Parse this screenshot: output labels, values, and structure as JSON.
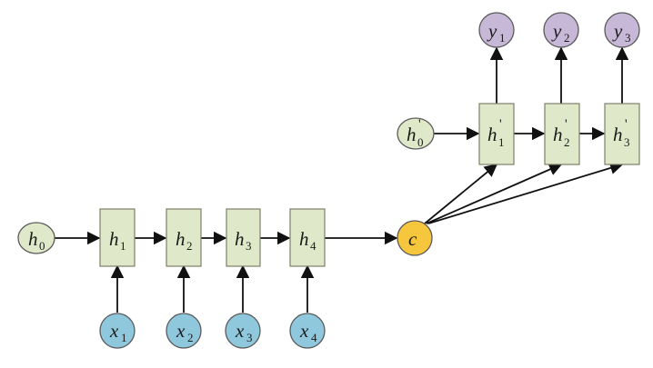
{
  "colors": {
    "hidden_fill": "#dfe8c8",
    "hidden_stroke": "#7f7f6b",
    "input_fill": "#8fc8dc",
    "output_fill": "#c8b8d8",
    "context_fill": "#f6c63d",
    "node_stroke": "#5a5a5a",
    "edge": "#111111"
  },
  "encoder": {
    "initial": {
      "base": "h",
      "sub": "0"
    },
    "hidden": [
      {
        "base": "h",
        "sub": "1"
      },
      {
        "base": "h",
        "sub": "2"
      },
      {
        "base": "h",
        "sub": "3"
      },
      {
        "base": "h",
        "sub": "4"
      }
    ],
    "inputs": [
      {
        "base": "x",
        "sub": "1"
      },
      {
        "base": "x",
        "sub": "2"
      },
      {
        "base": "x",
        "sub": "3"
      },
      {
        "base": "x",
        "sub": "4"
      }
    ]
  },
  "context": {
    "label": "c"
  },
  "decoder": {
    "initial": {
      "base": "h",
      "sub": "0",
      "prime": "'"
    },
    "hidden": [
      {
        "base": "h",
        "sub": "1",
        "prime": "'"
      },
      {
        "base": "h",
        "sub": "2",
        "prime": "'"
      },
      {
        "base": "h",
        "sub": "3",
        "prime": "'"
      }
    ],
    "outputs": [
      {
        "base": "y",
        "sub": "1"
      },
      {
        "base": "y",
        "sub": "2"
      },
      {
        "base": "y",
        "sub": "3"
      }
    ]
  }
}
